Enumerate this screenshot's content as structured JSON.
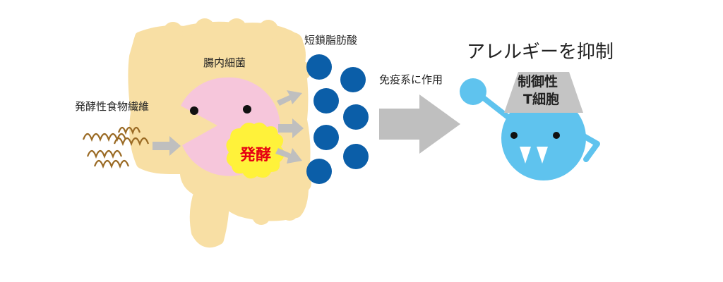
{
  "labels": {
    "fiber": "発酵性食物繊維",
    "bacteria": "腸内細菌",
    "scfa": "短鎖脂肪酸",
    "immune": "免疫系に作用",
    "suppress": "アレルギーを抑制",
    "ferment": "発酵",
    "treg_line1": "制御性",
    "treg_line2": "T細胞"
  },
  "colors": {
    "intestine": "#f8dfa4",
    "bacteria": "#f6c6db",
    "ferment_burst": "#fff23a",
    "ferment_text": "#e60012",
    "scfa": "#0b5ea8",
    "arrow": "#bfbfbf",
    "tcell": "#5fc3ee",
    "hat": "#c4c4c4",
    "fiber": "#9a6a24"
  },
  "icons": [
    "intestine-icon",
    "bacteria-pacman-icon",
    "fiber-coil-icon",
    "ferment-burst-icon",
    "scfa-molecule-icon",
    "regulatory-t-cell-icon",
    "arrow-right-icon"
  ]
}
